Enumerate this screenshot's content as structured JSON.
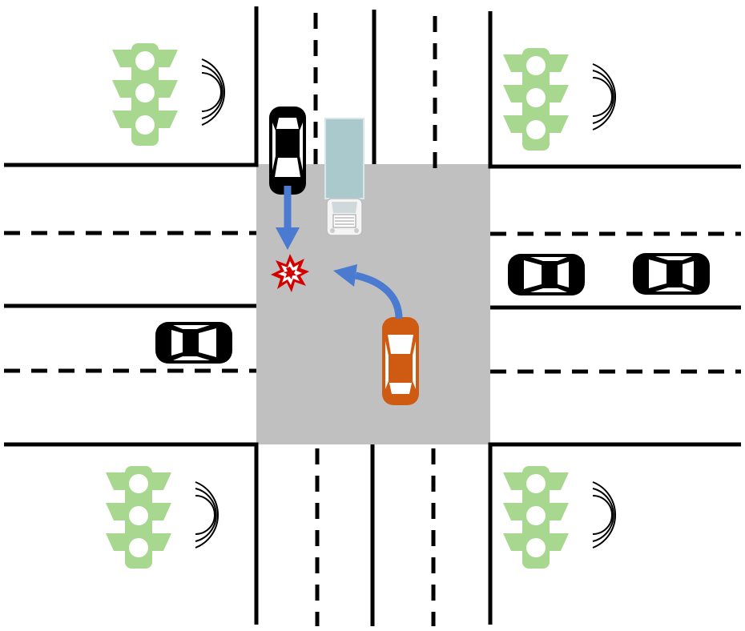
{
  "scene": {
    "description_free": true,
    "colors": {
      "background": "#ffffff",
      "intersection": "#c0c0c0",
      "road_line": "#000000",
      "traffic_light": "#a8d88f",
      "traffic_light_lamp": "#ffffff",
      "arrow": "#4a7bd0",
      "collision": "#d40000",
      "car_black": "#000000",
      "car_orange": "#cf5a12",
      "truck_cargo": "#a9c9cc",
      "truck_cab": "#f2f2f2"
    },
    "icons": {
      "traffic_light": "traffic-light-icon",
      "signal_waves": "wireless-signal-icon",
      "collision": "collision-star-icon",
      "arrow": "movement-arrow-icon",
      "car": "car-icon",
      "truck": "truck-icon"
    },
    "traffic_lights": [
      {
        "id": "nw",
        "state": "green-icon"
      },
      {
        "id": "ne",
        "state": "green-icon"
      },
      {
        "id": "sw",
        "state": "green-icon"
      },
      {
        "id": "se",
        "state": "green-icon"
      }
    ],
    "vehicles": [
      {
        "id": "car-black-north-approach",
        "type": "car",
        "color": "black"
      },
      {
        "id": "truck-north-approach",
        "type": "truck",
        "color": "teal"
      },
      {
        "id": "car-orange-turning",
        "type": "car",
        "color": "orange"
      },
      {
        "id": "car-black-west-road",
        "type": "car",
        "color": "black"
      },
      {
        "id": "car-black-east-road-1",
        "type": "car",
        "color": "black"
      },
      {
        "id": "car-black-east-road-2",
        "type": "car",
        "color": "black"
      }
    ]
  }
}
